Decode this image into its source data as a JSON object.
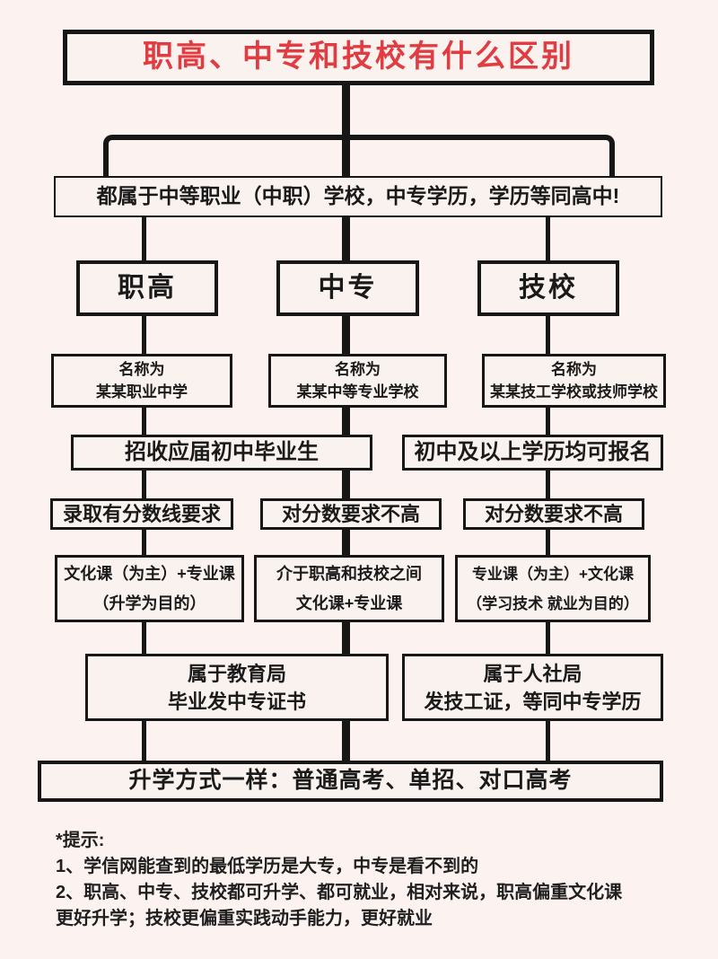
{
  "title": "职高、中专和技校有什么区别",
  "intro": "都属于中等职业（中职）学校，中专学历，学历等同高中!",
  "columns": [
    {
      "header": "职高",
      "name": "名称为\n某某职业中学",
      "score": "录取有分数线要求",
      "course": "文化课（为主）+专业课\n（升学为目的）"
    },
    {
      "header": "中专",
      "name": "名称为\n某某中等专业学校",
      "score": "对分数要求不高",
      "course": "介于职高和技校之间\n文化课+专业课"
    },
    {
      "header": "技校",
      "name": "名称为\n某某技工学校或技师学校",
      "score": "对分数要求不高",
      "course": "专业课（为主）+文化课\n（学习技术 就业为目的）"
    }
  ],
  "enrollment": {
    "vocational_secondary": "招收应届初中毕业生",
    "technical": "初中及以上学历均可报名"
  },
  "authority": {
    "education_bureau": "属于教育局\n毕业发中专证书",
    "human_resources_bureau": "属于人社局\n发技工证，等同中专学历"
  },
  "promotion": "升学方式一样：普通高考、单招、对口高考",
  "notes": {
    "heading": "*提示:",
    "lines": [
      "1、学信网能查到的最低学历是大专，中专是看不到的",
      "2、职高、中专、技校都可升学、都可就业，相对来说，职高偏重文化课",
      "更好升学；技校更偏重实践动手能力，更好就业"
    ]
  },
  "colors": {
    "background": "#fcf3f0",
    "box_fill": "#faf2ee",
    "line": "#171717",
    "title_red": "#e03c42",
    "text": "#1a1a1a"
  }
}
